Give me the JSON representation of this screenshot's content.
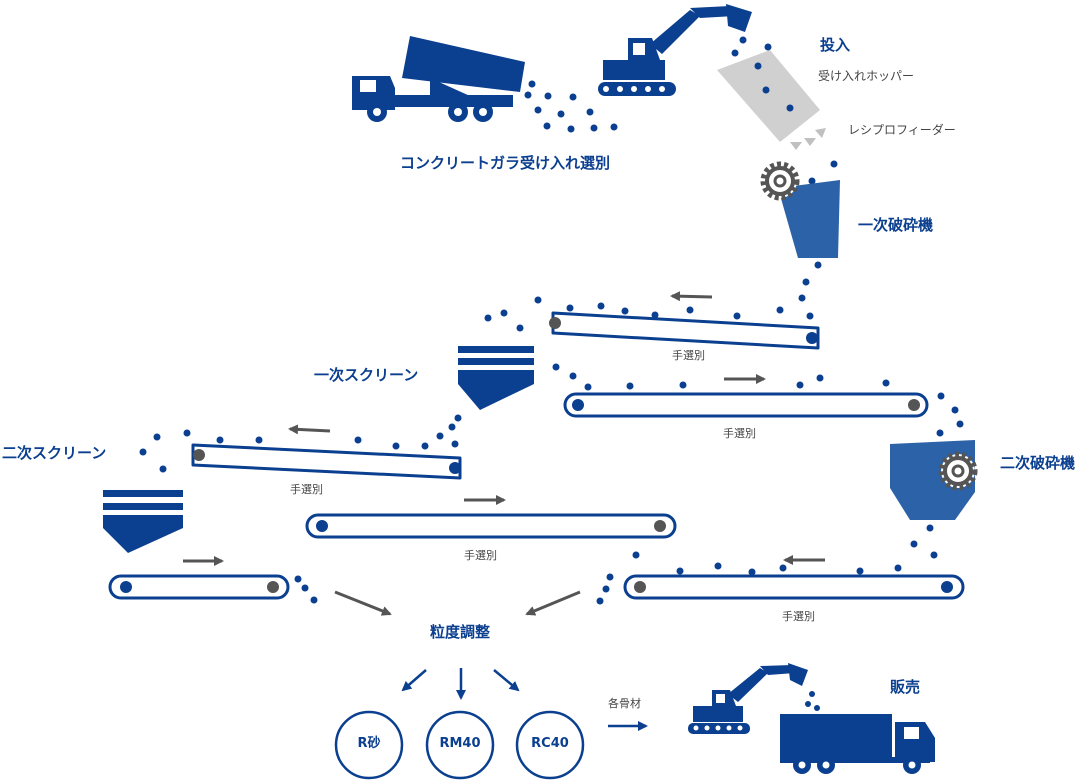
{
  "labels": {
    "concrete_intake": "コンクリートガラ受け入れ選別",
    "input_title": "投入",
    "hopper": "受け入れホッパー",
    "feeder": "レシプロフィーダー",
    "primary_crusher": "一次破砕機",
    "primary_screen": "一次スクリーン",
    "secondary_crusher": "二次破砕機",
    "secondary_screen": "二次スクリーン",
    "hand_sort": "手選別",
    "grading": "粒度調整",
    "aggregates": "各骨材",
    "sales": "販売"
  },
  "products": [
    "R砂",
    "RM40",
    "RC40"
  ],
  "colors": {
    "primary": "#0b3f8f",
    "mid_blue": "#2c62a8",
    "gray_hopper": "#d0d0d0",
    "gear": "#555555",
    "arrow": "#555555"
  },
  "icons": [
    "dump-truck-icon",
    "excavator-icon",
    "gear-icon",
    "arrow-icon"
  ]
}
